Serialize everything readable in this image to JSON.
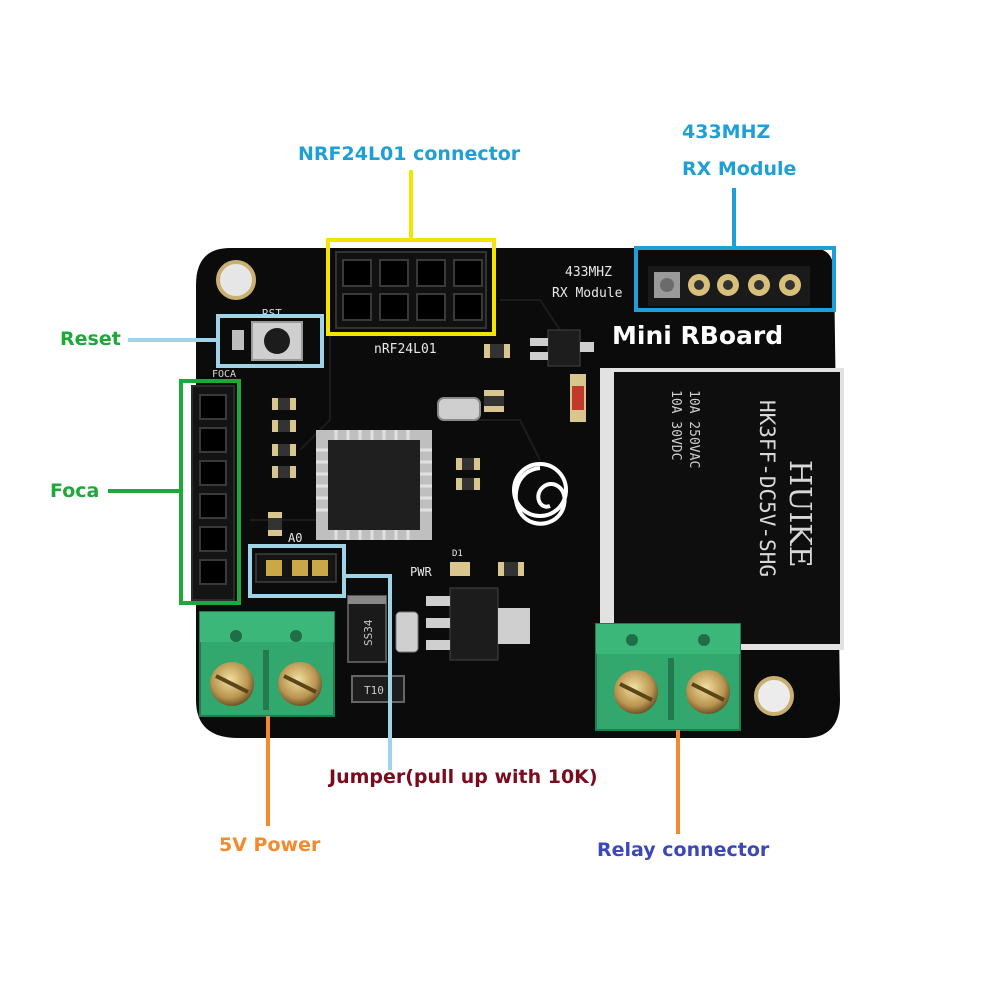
{
  "board": {
    "title": "Mini RBoard",
    "silkscreen": {
      "rst": "RST",
      "foca": "FOCA",
      "nrf": "nRF24L01",
      "rx_line1": "433MHZ",
      "rx_line2": "RX Module",
      "a0": "A0",
      "pwr": "PWR",
      "d1": "D1",
      "ss34": "SS34",
      "t10": "T10"
    },
    "relay": {
      "brand": "HUIKE",
      "model": "HK3FF-DC5V-SHG",
      "rating_1": "10A 250VAC",
      "rating_2": "10A 30VDC"
    }
  },
  "annotations": {
    "nrf": "NRF24L01 connector",
    "rx_line1": "433MHZ",
    "rx_line2": "RX Module",
    "reset": "Reset",
    "foca": "Foca",
    "jumper": "Jumper(pull up with 10K)",
    "power": "5V Power",
    "relay": "Relay connector"
  },
  "colors": {
    "yellow": "#f5e400",
    "blue": "#1e9fd8",
    "light_blue": "#9fd4e6",
    "green": "#1da83a",
    "dark_red": "#7a0b1c",
    "orange": "#f28a2e",
    "indigo": "#3d48b8",
    "pcb": "#0b0b0b",
    "terminal": "#33a86e"
  }
}
